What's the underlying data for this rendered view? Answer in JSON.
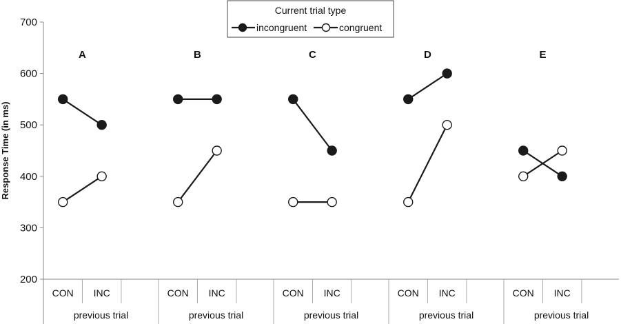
{
  "chart_data": {
    "type": "line",
    "ylabel": "Response Time (in ms)",
    "ylim": [
      200,
      700
    ],
    "yticks": [
      200,
      300,
      400,
      500,
      600,
      700
    ],
    "grid": false,
    "legend": {
      "title": "Current trial type",
      "placement": "top-center",
      "entries": [
        "incongruent",
        "congruent"
      ]
    },
    "categories": [
      "CON",
      "INC"
    ],
    "group_label": "previous trial",
    "panels": [
      {
        "label": "A",
        "series": [
          {
            "name": "incongruent",
            "values": [
              550,
              500
            ]
          },
          {
            "name": "congruent",
            "values": [
              350,
              400
            ]
          }
        ]
      },
      {
        "label": "B",
        "series": [
          {
            "name": "incongruent",
            "values": [
              550,
              550
            ]
          },
          {
            "name": "congruent",
            "values": [
              350,
              450
            ]
          }
        ]
      },
      {
        "label": "C",
        "series": [
          {
            "name": "incongruent",
            "values": [
              550,
              450
            ]
          },
          {
            "name": "congruent",
            "values": [
              350,
              350
            ]
          }
        ]
      },
      {
        "label": "D",
        "series": [
          {
            "name": "incongruent",
            "values": [
              550,
              600
            ]
          },
          {
            "name": "congruent",
            "values": [
              350,
              500
            ]
          }
        ]
      },
      {
        "label": "E",
        "series": [
          {
            "name": "incongruent",
            "values": [
              450,
              400
            ]
          },
          {
            "name": "congruent",
            "values": [
              400,
              450
            ]
          }
        ]
      }
    ],
    "colors": {
      "incongruent_fill": "#1a1a1a",
      "congruent_fill": "#ffffff",
      "line": "#1a1a1a"
    }
  }
}
